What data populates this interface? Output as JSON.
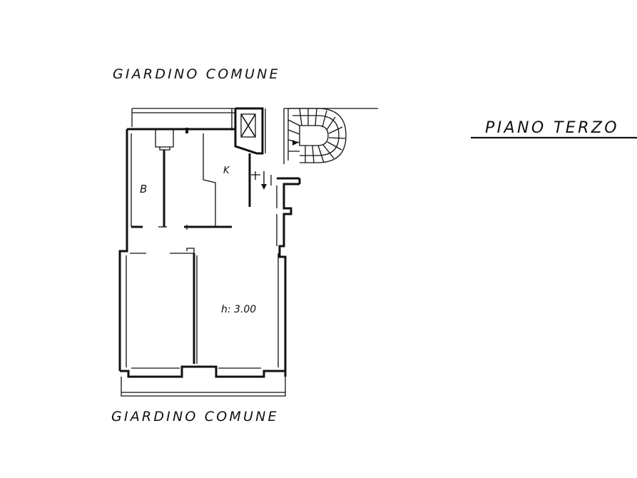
{
  "labels": {
    "garden_top": "GIARDINO COMUNE",
    "garden_bottom": "GIARDINO COMUNE",
    "floor_title": "PIANO TERZO",
    "room_b": "B",
    "room_k": "K",
    "ceiling_height": "h: 3.00"
  },
  "icons": {
    "staircase": "spiral-staircase-icon",
    "lift": "lift-shaft-icon",
    "entry_arrow": "down-arrow-icon"
  }
}
